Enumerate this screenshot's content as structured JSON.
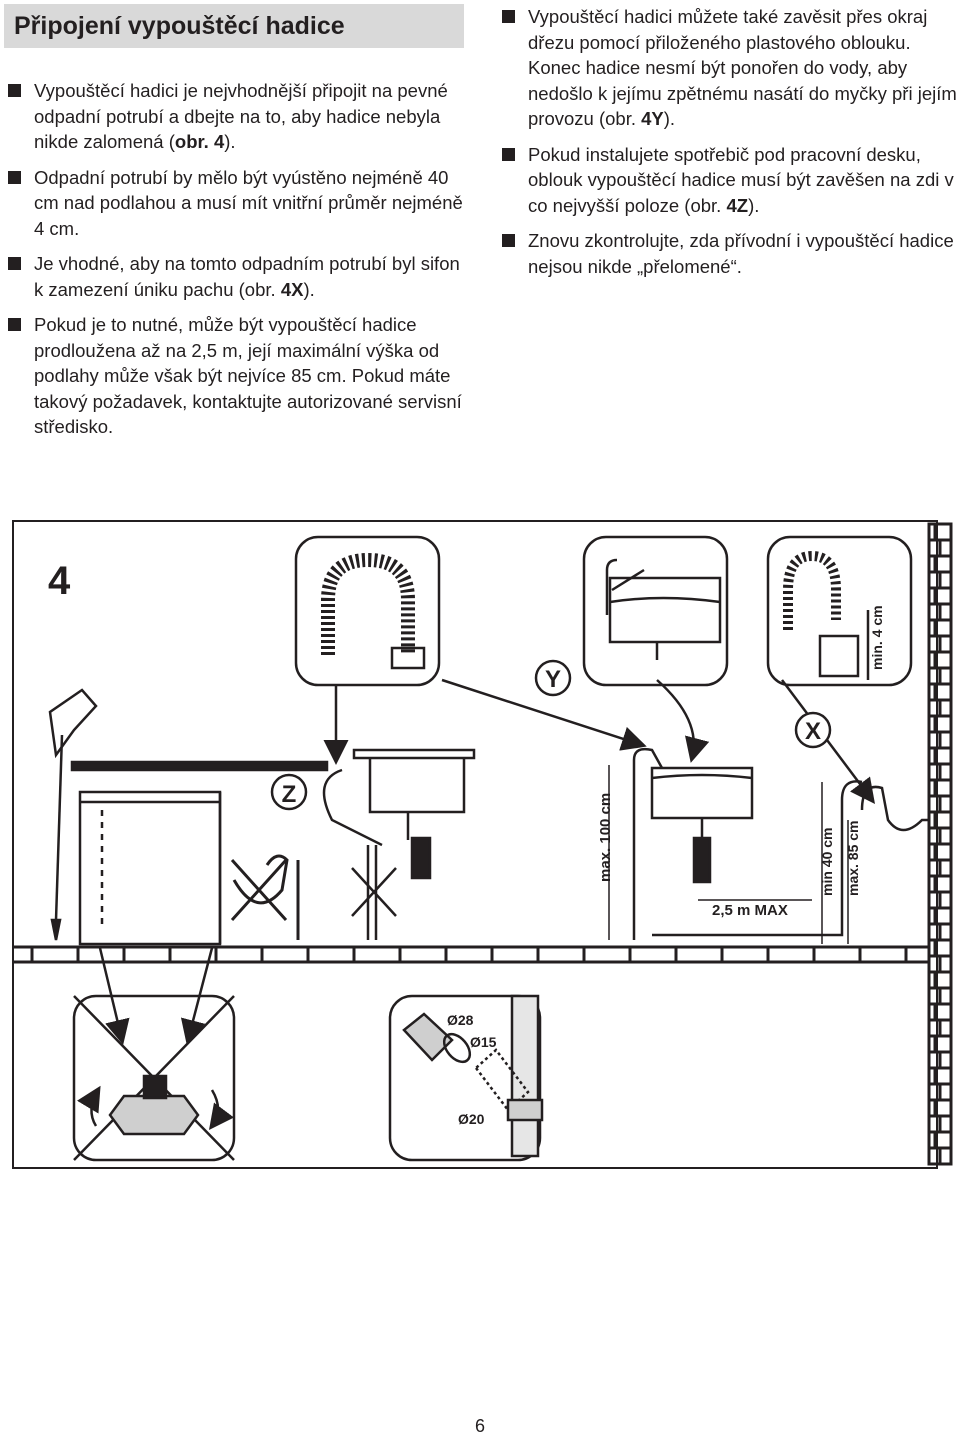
{
  "title": "Připojení vypouštěcí hadice",
  "left_column": {
    "bullets": [
      {
        "pre": "Vypouštěcí hadici je nejvhodnější připojit na pevné odpadní potrubí a dbejte na to, aby hadice nebyla nikde zalomená (",
        "ref": "obr. 4",
        "post": ")."
      },
      {
        "pre": "Odpadní potrubí by mělo být vyústěno nejméně 40 cm nad podlahou a musí mít vnitřní průměr nejméně 4 cm.",
        "ref": "",
        "post": ""
      },
      {
        "pre": "Je vhodné, aby na tomto odpadním potrubí byl sifon k zamezení úniku pachu (obr. ",
        "ref": "4X",
        "post": ")."
      },
      {
        "pre": "Pokud je to nutné, může být vypouštěcí hadice prodloužena až na 2,5 m, její maximální výška od podlahy může však být nejvíce 85 cm. Pokud máte takový požadavek, kontaktujte autorizované servisní středisko.",
        "ref": "",
        "post": ""
      }
    ]
  },
  "right_column": {
    "bullets": [
      {
        "pre": "Vypouštěcí hadici můžete také zavěsit přes okraj dřezu pomocí přiloženého  plastového oblouku. Konec hadice nesmí být ponořen do vody, aby nedošlo k jejímu zpětnému nasátí do myčky při jejím provozu (obr. ",
        "ref": "4Y",
        "post": ")."
      },
      {
        "pre": "Pokud instalujete spotřebič pod pracovní desku, oblouk vypouštěcí hadice musí být zavěšen na zdi v co nejvyšší poloze (obr. ",
        "ref": "4Z",
        "post": ")."
      },
      {
        "pre": "Znovu zkontrolujte, zda přívodní i vypouštěcí hadice nejsou nikde „přelomené“.",
        "ref": "",
        "post": ""
      }
    ]
  },
  "figure": {
    "number": "4",
    "labels": {
      "y": "Y",
      "x": "X",
      "z": "Z",
      "max100": "max. 100 cm",
      "min4": "min. 4 cm",
      "min40": "min 40 cm",
      "max85": "max. 85 cm",
      "len25": "2,5 m MAX",
      "d28": "Ø28",
      "d15": "Ø15",
      "d20": "Ø20"
    }
  },
  "page_number": "6"
}
